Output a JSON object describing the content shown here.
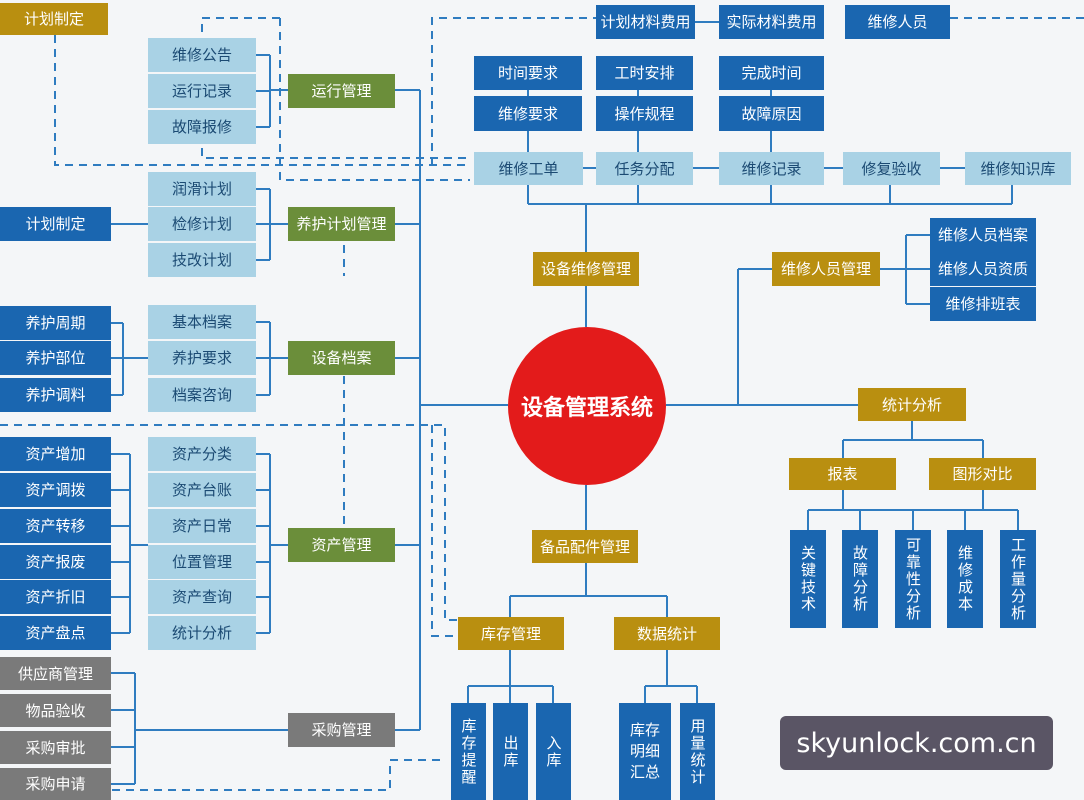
{
  "center": "设备管理系统",
  "plan_top": "计划制定",
  "plan_mid": "计划制定",
  "modules": {
    "run": "运行管理",
    "maint_plan": "养护计划管理",
    "archive": "设备档案",
    "asset": "资产管理",
    "purchase": "采购管理",
    "repair": "设备维修管理",
    "personnel": "维修人员管理",
    "spare": "备品配件管理",
    "stats": "统计分析"
  },
  "run_items": [
    "维修公告",
    "运行记录",
    "故障报修"
  ],
  "maint_items": [
    "润滑计划",
    "检修计划",
    "技改计划"
  ],
  "archive_items": [
    "基本档案",
    "养护要求",
    "档案咨询"
  ],
  "care_items": [
    "养护周期",
    "养护部位",
    "养护调料"
  ],
  "asset_items": [
    "资产分类",
    "资产台账",
    "资产日常",
    "位置管理",
    "资产查询",
    "统计分析"
  ],
  "asset_change": [
    "资产增加",
    "资产调拨",
    "资产转移",
    "资产报废",
    "资产折旧",
    "资产盘点"
  ],
  "purchase_items": [
    "供应商管理",
    "物品验收",
    "采购审批",
    "采购申请"
  ],
  "costs": [
    "计划材料费用",
    "实际材料费用",
    "维修人员"
  ],
  "req_row1": [
    "时间要求",
    "工时安排",
    "完成时间"
  ],
  "req_row2": [
    "维修要求",
    "操作规程",
    "故障原因"
  ],
  "flow": [
    "维修工单",
    "任务分配",
    "维修记录",
    "修复验收",
    "维修知识库"
  ],
  "personnel_items": [
    "维修人员档案",
    "维修人员资质",
    "维修排班表"
  ],
  "stats_sub": [
    "报表",
    "图形对比"
  ],
  "stats_leaves": [
    "关键技术",
    "故障分析",
    "可靠性分析",
    "维修成本",
    "工作量分析"
  ],
  "spare_sub": [
    "库存管理",
    "数据统计"
  ],
  "inventory_items": [
    "库存提醒",
    "出库",
    "入库"
  ],
  "data_items": [
    "库存明细汇总",
    "用量统计"
  ],
  "watermark": "skyunlock.com.cn",
  "colors": {
    "center": "#e31b1b",
    "gold": "#b98f10",
    "green": "#6b8e3a",
    "light": "#a9d2e5",
    "navy": "#1a66b0",
    "gray": "#7a7a7a"
  }
}
